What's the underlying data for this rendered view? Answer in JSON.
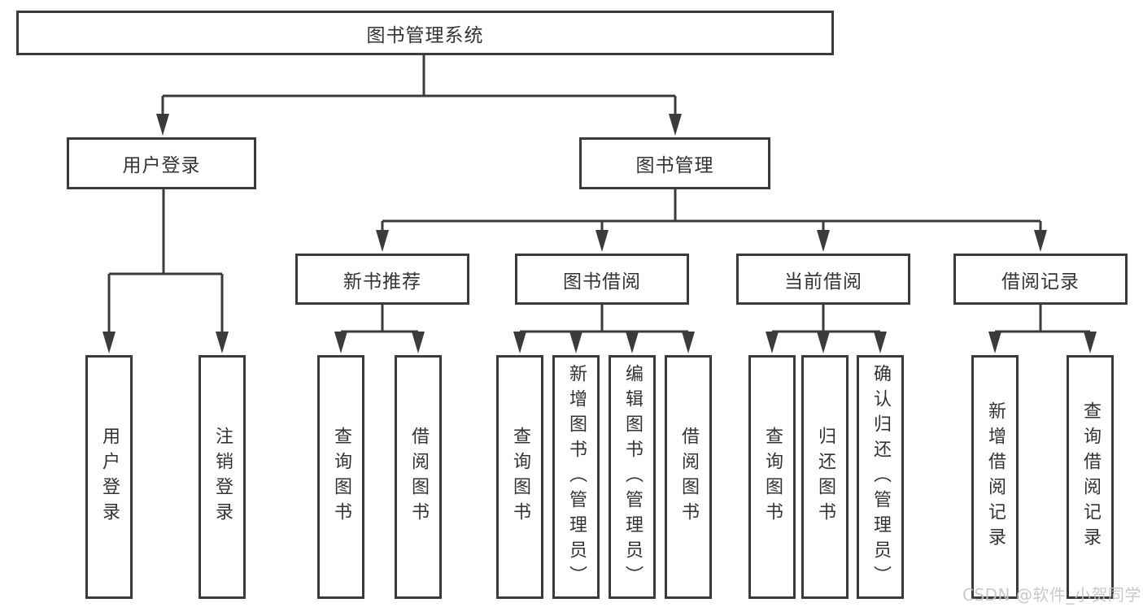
{
  "diagram_title": "图书管理系统",
  "nodes": {
    "root": {
      "id": "library-management-system",
      "label": "图书管理系统"
    },
    "level1": [
      {
        "id": "user-login",
        "label": "用户登录",
        "parent": "library-management-system"
      },
      {
        "id": "book-management",
        "label": "图书管理",
        "parent": "library-management-system"
      }
    ],
    "level2": [
      {
        "id": "new-book-recommendation",
        "label": "新书推荐",
        "parent": "book-management"
      },
      {
        "id": "book-borrowing",
        "label": "图书借阅",
        "parent": "book-management"
      },
      {
        "id": "current-borrowing",
        "label": "当前借阅",
        "parent": "book-management"
      },
      {
        "id": "borrowing-records",
        "label": "借阅记录",
        "parent": "book-management"
      }
    ],
    "level3": [
      {
        "id": "leaf-user-login",
        "label": "用户登录",
        "parent": "user-login"
      },
      {
        "id": "leaf-logout",
        "label": "注销登录",
        "parent": "user-login"
      },
      {
        "id": "leaf-search-books-recommend",
        "label": "查询图书",
        "parent": "new-book-recommendation"
      },
      {
        "id": "leaf-borrow-books-recommend",
        "label": "借阅图书",
        "parent": "new-book-recommendation"
      },
      {
        "id": "leaf-search-books-borrowing",
        "label": "查询图书",
        "parent": "book-borrowing"
      },
      {
        "id": "leaf-add-books-admin",
        "label": "新增图书（管理员）",
        "parent": "book-borrowing"
      },
      {
        "id": "leaf-edit-books-admin",
        "label": "编辑图书（管理员）",
        "parent": "book-borrowing"
      },
      {
        "id": "leaf-borrow-books",
        "label": "借阅图书",
        "parent": "book-borrowing"
      },
      {
        "id": "leaf-search-books-current",
        "label": "查询图书",
        "parent": "current-borrowing"
      },
      {
        "id": "leaf-return-books",
        "label": "归还图书",
        "parent": "current-borrowing"
      },
      {
        "id": "leaf-confirm-return-admin",
        "label": "确认归还（管理员）",
        "parent": "current-borrowing"
      },
      {
        "id": "leaf-add-borrow-record",
        "label": "新增借阅记录",
        "parent": "borrowing-records"
      },
      {
        "id": "leaf-search-borrow-record",
        "label": "查询借阅记录",
        "parent": "borrowing-records"
      }
    ]
  },
  "watermark": {
    "text": "CSDN @软件_小贺同学"
  },
  "colors": {
    "line": "#3b3b3b",
    "text": "#333333",
    "box_background": "#ffffff",
    "page_background": "#ffffff",
    "watermark": "#c4c4c4"
  }
}
